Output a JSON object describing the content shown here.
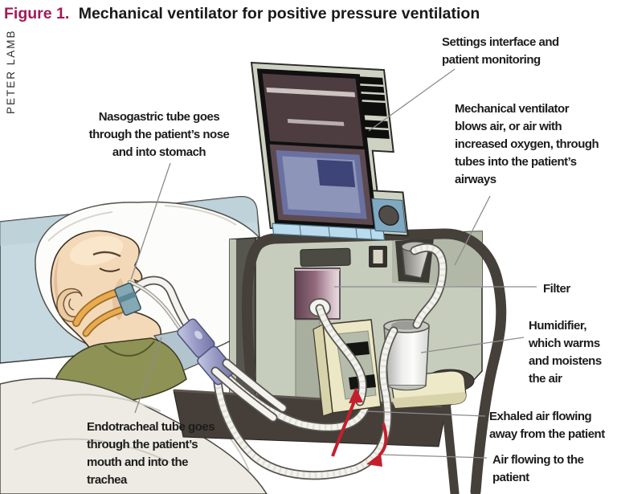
{
  "figure": {
    "label": "Figure 1.",
    "title": "Mechanical ventilator for positive pressure ventilation",
    "credit": "PETER LAMB"
  },
  "colors": {
    "figure_label": "#a21a56",
    "title_text": "#191919",
    "annotation_text": "#1c1c1c",
    "leader_line": "#8c8c8c",
    "arrow_red": "#c41f2c",
    "machine_body": "#c7cdbd",
    "machine_frame": "#46403b",
    "vent_box_cream": "#ece7c5",
    "filter_maroon": "#5d4150",
    "humidifier_white": "#f4f4f2",
    "monitor_screen_top": "#4d3d41",
    "monitor_screen_blue": "#8d95b9",
    "button_strip_blue": "#badaed",
    "skin": "#f3d9b8",
    "gown_olive": "#8e9355",
    "headboard_blue": "#c6d9e1",
    "strap_orange": "#eaaa4e",
    "connector_purple": "#9699c4"
  },
  "annotations": {
    "nasogastric": {
      "lines": [
        "Nasogastric tube goes",
        "through the patient’s nose",
        "and into stomach"
      ]
    },
    "settings": {
      "lines": [
        "Settings interface and",
        "patient monitoring"
      ]
    },
    "mechanical": {
      "lines": [
        "Mechanical ventilator",
        "blows air, or air with",
        "increased oxygen, through",
        "tubes into the patient’s",
        "airways"
      ]
    },
    "filter": {
      "lines": [
        "Filter"
      ]
    },
    "humidifier": {
      "lines": [
        "Humidifier,",
        "which warms",
        "and moistens",
        "the air"
      ]
    },
    "exhaled": {
      "lines": [
        "Exhaled air flowing",
        "away from the patient"
      ]
    },
    "air_flow": {
      "lines": [
        "Air flowing to the",
        "patient"
      ]
    },
    "endotracheal": {
      "lines": [
        "Endotracheal tube goes",
        "through the patient’s",
        "mouth and into the",
        "trachea"
      ]
    }
  }
}
